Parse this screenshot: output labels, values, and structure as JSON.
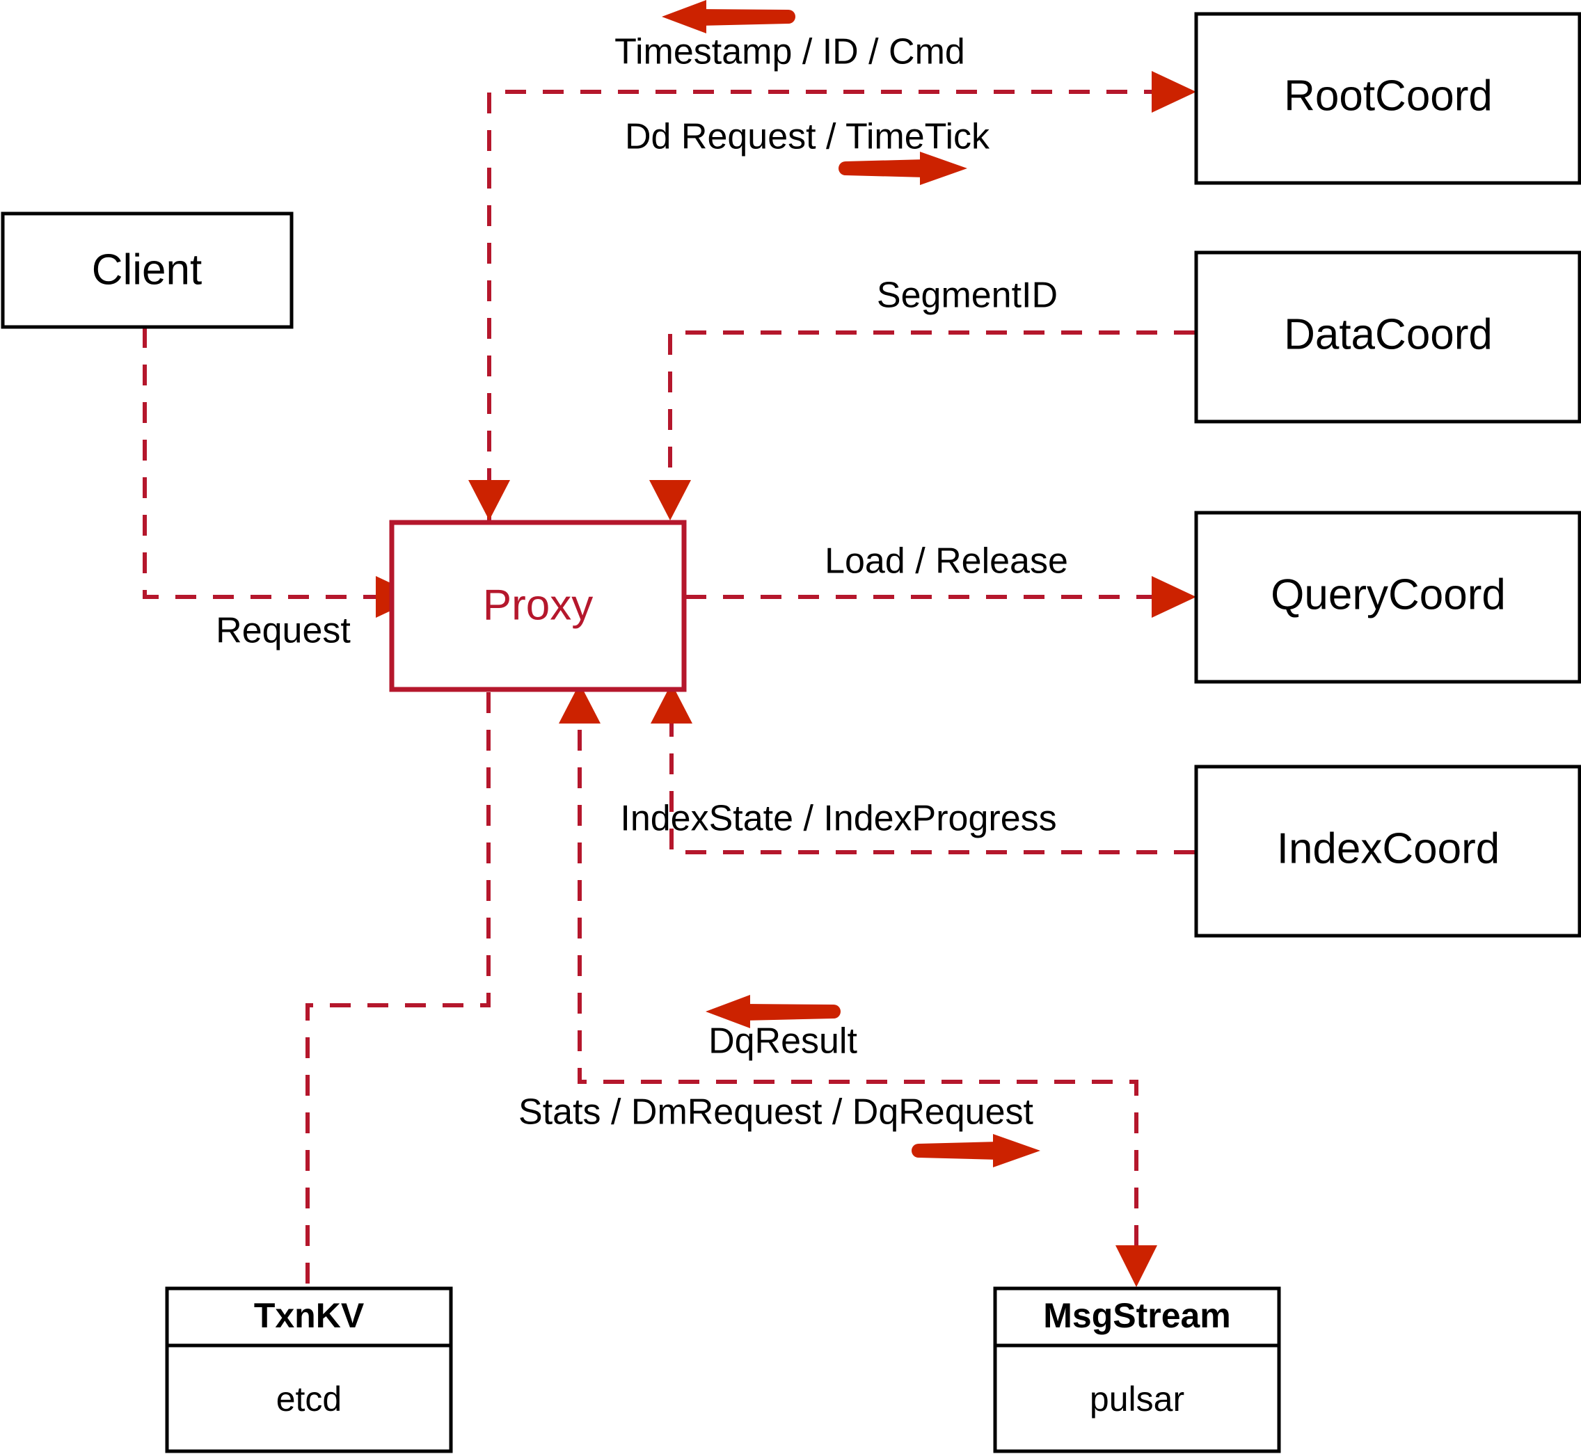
{
  "diagram": {
    "title": "Milvus Proxy interaction diagram",
    "colors": {
      "accent": "#B5172C",
      "arrow": "#CC2200",
      "box_stroke": "#000000",
      "background": "#ffffff"
    },
    "nodes": {
      "client": {
        "label": "Client"
      },
      "proxy": {
        "label": "Proxy"
      },
      "root_coord": {
        "label": "RootCoord"
      },
      "data_coord": {
        "label": "DataCoord"
      },
      "query_coord": {
        "label": "QueryCoord"
      },
      "index_coord": {
        "label": "IndexCoord"
      },
      "txn_kv": {
        "title": "TxnKV",
        "impl": "etcd"
      },
      "msg_stream": {
        "title": "MsgStream",
        "impl": "pulsar"
      }
    },
    "edges": {
      "timestamp_id_cmd": {
        "label": "Timestamp / ID / Cmd",
        "direction": "left"
      },
      "dd_request_timetick": {
        "label": "Dd Request / TimeTick",
        "direction": "right"
      },
      "segment_id": {
        "label": "SegmentID",
        "direction": "left"
      },
      "request": {
        "label": "Request",
        "direction": "right"
      },
      "load_release": {
        "label": "Load / Release",
        "direction": "right"
      },
      "index_state_progress": {
        "label": "IndexState / IndexProgress",
        "direction": "left"
      },
      "dq_result": {
        "label": "DqResult",
        "direction": "left"
      },
      "stats_dm_dq_request": {
        "label": "Stats / DmRequest / DqRequest",
        "direction": "right"
      }
    }
  }
}
